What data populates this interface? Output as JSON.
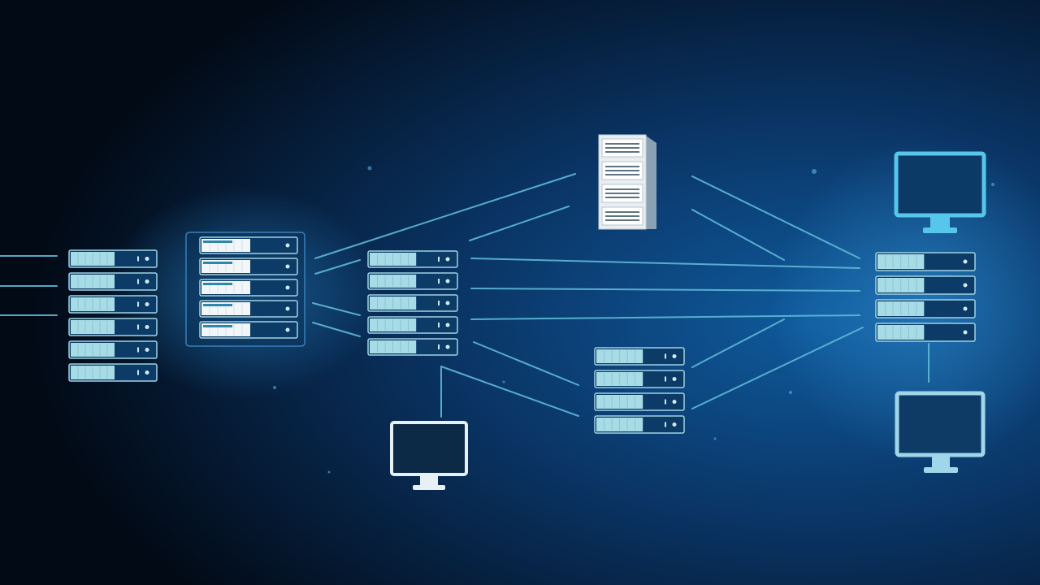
{
  "diagram": {
    "description_type": "network-topology",
    "colors": {
      "background_dark": "#020c18",
      "background_glow": "#0f5a9c",
      "link": "#5fb9d8",
      "panel_cyan": "#a7dce6",
      "panel_white": "#f2f6f8",
      "monitor_bright": "#57c6ea",
      "monitor_pale": "#9fd6ea"
    },
    "nodes": [
      {
        "id": "rack-left",
        "kind": "server-rack"
      },
      {
        "id": "rack-left-center",
        "kind": "server-rack"
      },
      {
        "id": "rack-center",
        "kind": "server-rack"
      },
      {
        "id": "server-tower-top",
        "kind": "server-tower"
      },
      {
        "id": "rack-bottom-center",
        "kind": "server-rack"
      },
      {
        "id": "rack-right",
        "kind": "server-rack"
      },
      {
        "id": "monitor-bottom-center",
        "kind": "monitor"
      },
      {
        "id": "monitor-top-right",
        "kind": "monitor"
      },
      {
        "id": "monitor-bottom-right",
        "kind": "monitor"
      }
    ],
    "links": [
      {
        "from": "external",
        "to": "rack-left"
      },
      {
        "from": "rack-left-center",
        "to": "server-tower-top"
      },
      {
        "from": "rack-left-center",
        "to": "rack-center"
      },
      {
        "from": "rack-center",
        "to": "server-tower-top"
      },
      {
        "from": "rack-center",
        "to": "rack-right"
      },
      {
        "from": "rack-center",
        "to": "rack-bottom-center"
      },
      {
        "from": "rack-center",
        "to": "monitor-bottom-center"
      },
      {
        "from": "server-tower-top",
        "to": "rack-right"
      },
      {
        "from": "rack-bottom-center",
        "to": "rack-right"
      },
      {
        "from": "rack-right",
        "to": "monitor-bottom-right"
      }
    ]
  }
}
